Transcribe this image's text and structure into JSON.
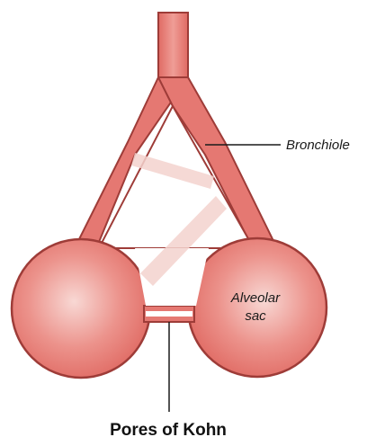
{
  "labels": {
    "bronchiole": "Bronchiole",
    "alveolar_sac_line1": "Alveolar",
    "alveolar_sac_line2": "sac",
    "pores_of_kohn": "Pores of Kohn"
  },
  "colors": {
    "tissue_fill": "#e57872",
    "tissue_outline": "#9e3c38",
    "highlight": "#f5c9c4",
    "pore_band": "#f3d2ce",
    "pointer_line": "#1a1a1a"
  }
}
